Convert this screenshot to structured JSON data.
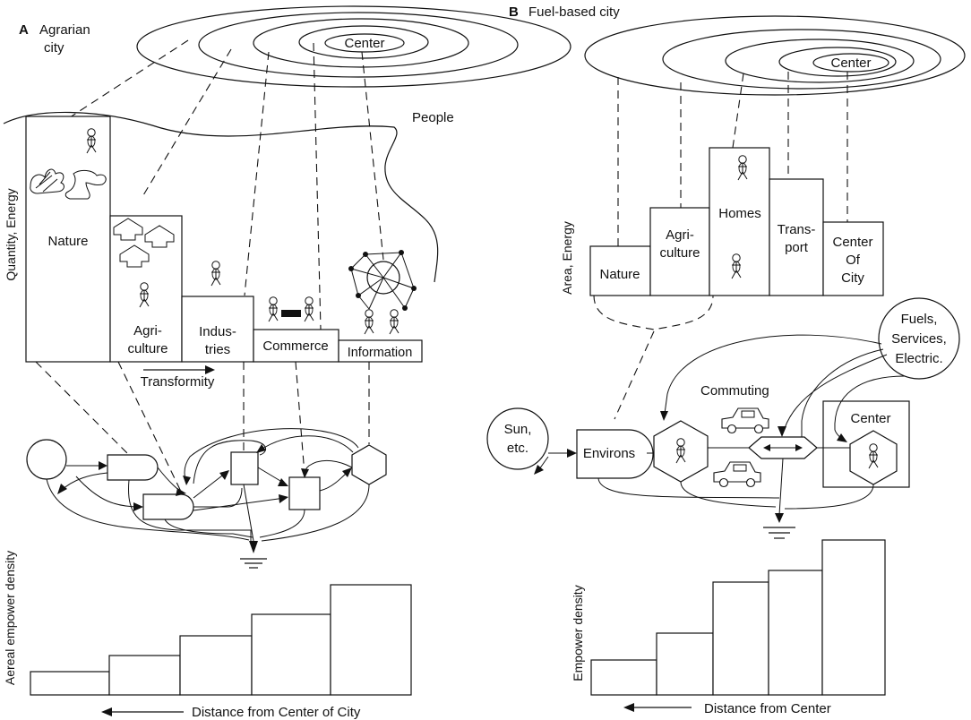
{
  "panel_a": {
    "letter": "A",
    "title_line1": "Agrarian",
    "title_line2": "city",
    "center_label": "Center",
    "people_label": "People",
    "y_axis_label": "Quantity, Energy",
    "bars": {
      "nature": "Nature",
      "agriculture_l1": "Agri-",
      "agriculture_l2": "culture",
      "industries_l1": "Indus-",
      "industries_l2": "tries",
      "commerce": "Commerce",
      "information": "Information"
    },
    "transformity_label": "Transformity",
    "density_axis_label": "Aereal empower density",
    "distance_label": "Distance from Center of City"
  },
  "panel_b": {
    "letter": "B",
    "title": "Fuel-based city",
    "center_label": "Center",
    "y_axis_label": "Area, Energy",
    "bars": {
      "nature": "Nature",
      "agriculture_l1": "Agri-",
      "agriculture_l2": "culture",
      "homes": "Homes",
      "transport_l1": "Trans-",
      "transport_l2": "port",
      "center_l1": "Center",
      "center_l2": "Of",
      "center_l3": "City"
    },
    "fuels_l1": "Fuels,",
    "fuels_l2": "Services,",
    "fuels_l3": "Electric.",
    "sun_l1": "Sun,",
    "sun_l2": "etc.",
    "environs_label": "Environs",
    "commuting_label": "Commuting",
    "center_box_label": "Center",
    "density_axis_label": "Empower density",
    "distance_label": "Distance from Center"
  }
}
